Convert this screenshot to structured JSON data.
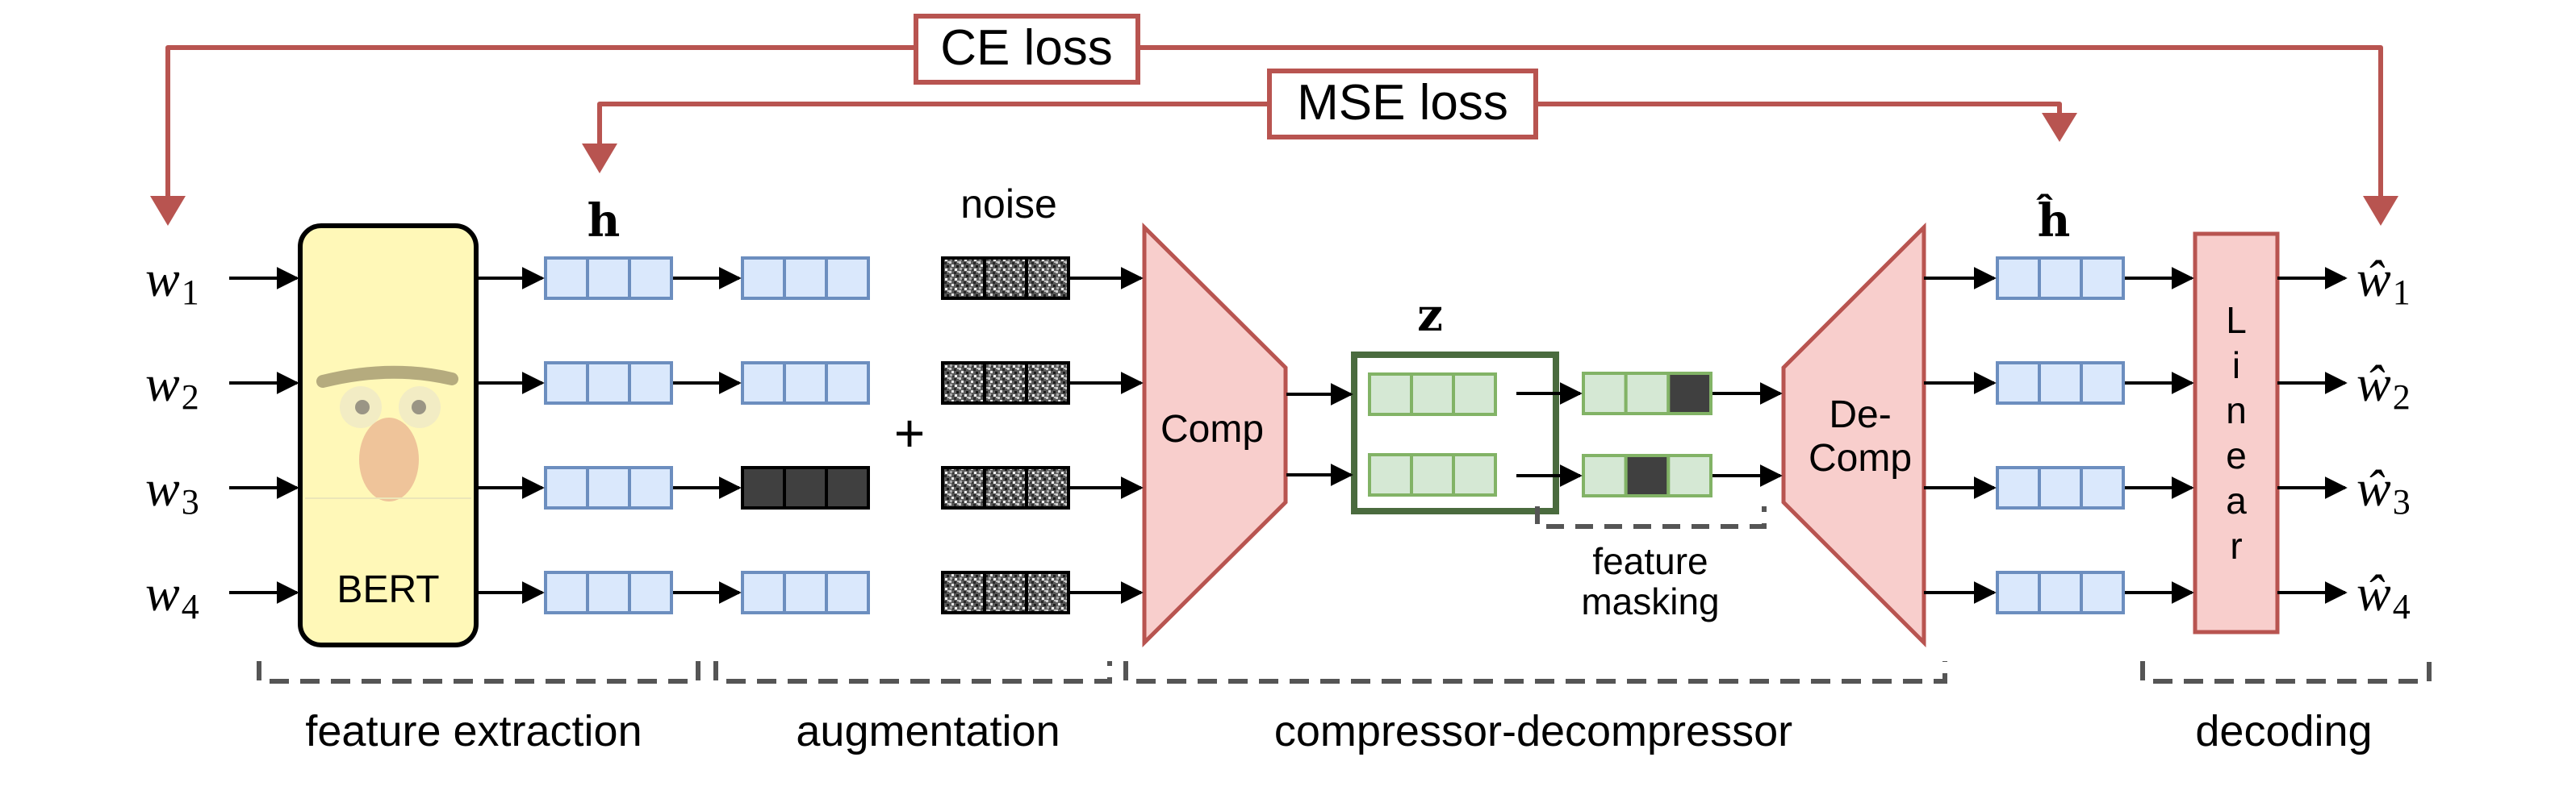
{
  "losses": {
    "ce": "CE loss",
    "mse": "MSE loss"
  },
  "inputs": {
    "base": "w",
    "subscripts": [
      "1",
      "2",
      "3",
      "4"
    ]
  },
  "outputs": {
    "base": "ŵ",
    "subscripts": [
      "1",
      "2",
      "3",
      "4"
    ]
  },
  "labels": {
    "h": "h",
    "h_hat": "ĥ",
    "z": "z",
    "noise": "noise",
    "plus": "+",
    "bert": "BERT",
    "comp": "Comp",
    "decomp_line1": "De-",
    "decomp_line2": "Comp",
    "linear": [
      "L",
      "i",
      "n",
      "e",
      "a",
      "r"
    ],
    "feature_masking_line1": "feature",
    "feature_masking_line2": "masking"
  },
  "stages": {
    "feature_extraction": "feature extraction",
    "augmentation": "augmentation",
    "compressor_decompressor": "compressor-decompressor",
    "decoding": "decoding"
  },
  "colors": {
    "loss_arrow": "#b85450",
    "blue_fill": "#dae8fc",
    "blue_stroke": "#6c8ebf",
    "green_fill": "#d5e8d4",
    "green_stroke": "#82b366",
    "green_dark": "#4a6b3e",
    "pink_fill": "#f8cecc",
    "yellow_fill": "#fff8b8",
    "masked": "#404040",
    "dashed": "#555555"
  },
  "augmentation": {
    "masked_row": 3
  },
  "masking": {
    "masked_cells": [
      3,
      2
    ]
  }
}
